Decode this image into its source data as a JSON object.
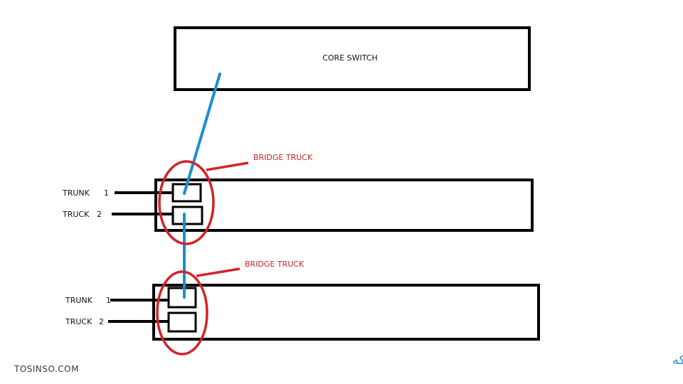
{
  "core_switch": {
    "label": "CORE SWITCH"
  },
  "switch_1": {
    "ports": [
      {
        "name": "TRUNK",
        "number": "1"
      },
      {
        "name": "TRUCK",
        "number": "2"
      }
    ],
    "callout": "BRIDGE TRUCK"
  },
  "switch_2": {
    "ports": [
      {
        "name": "TRUNK",
        "number": "1"
      },
      {
        "name": "TRUCK",
        "number": "2"
      }
    ],
    "callout": "BRIDGE TRUCK"
  },
  "legend": {
    "text": "رنگ آبی = کابل شبکه"
  },
  "watermark": {
    "text": "TOSINSO.COM"
  },
  "colors": {
    "cable": "#1a8fd0",
    "highlight": "#d2232a",
    "outline": "#000000",
    "legend": "#2a8fd6"
  }
}
